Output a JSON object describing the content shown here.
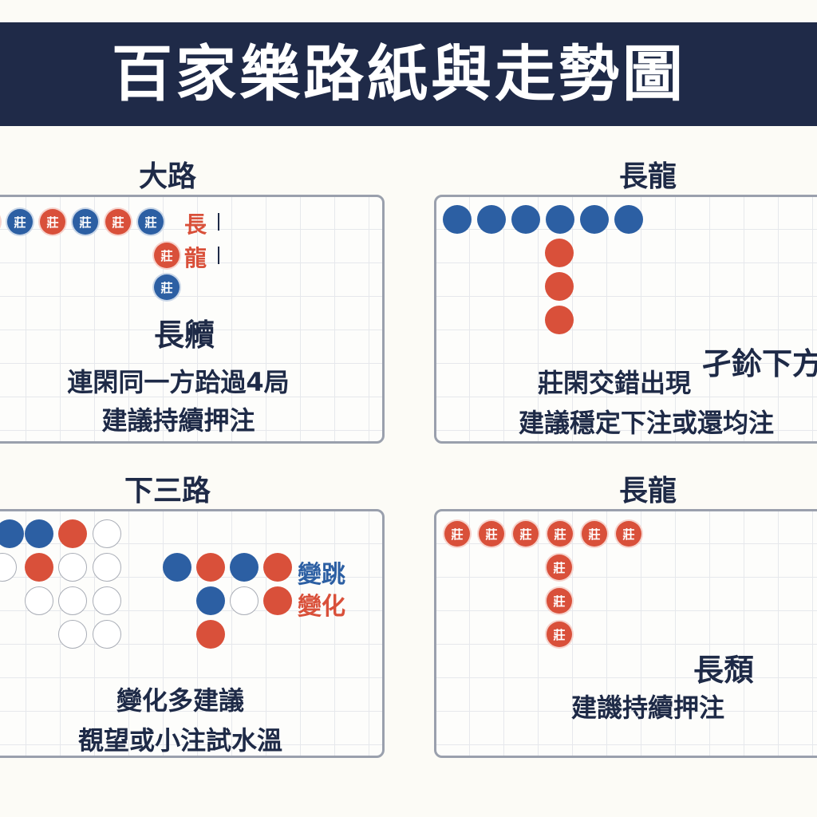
{
  "title": "百家樂路紙與走勢圖",
  "bead_char": "莊",
  "colors": {
    "banker_red": "#d9503a",
    "player_blue": "#2c5fa3",
    "navy": "#1f2a48"
  },
  "panels": [
    {
      "heading": "大路",
      "beads_row1": [
        "red",
        "blue",
        "red",
        "blue",
        "red",
        "blue"
      ],
      "beads_col": [
        "red",
        "blue"
      ],
      "tag_chang": "長",
      "tag_long": "龍",
      "caption": "長贕",
      "lines": [
        "連閑同一方跲過4局",
        "建議持續押注"
      ]
    },
    {
      "heading": "長龍",
      "beads_row1": [
        "blue",
        "blue",
        "blue",
        "blue",
        "blue",
        "blue"
      ],
      "beads_col": [
        "red",
        "red",
        "red"
      ],
      "overlay": "孑鉩下方",
      "lines": [
        "莊閑交錯出現",
        "建議穩定下注或還均注"
      ]
    },
    {
      "heading": "下三路",
      "tag_change1": "變跳",
      "tag_change2": "變化",
      "lines": [
        "變化多建議",
        "覩望或小注試水溫"
      ]
    },
    {
      "heading": "長龍",
      "beads_row1": [
        "red",
        "red",
        "red",
        "red",
        "red",
        "red"
      ],
      "beads_col": [
        "red",
        "red",
        "red"
      ],
      "caption": "長頹",
      "lines": [
        "建譏持續押注"
      ]
    }
  ]
}
